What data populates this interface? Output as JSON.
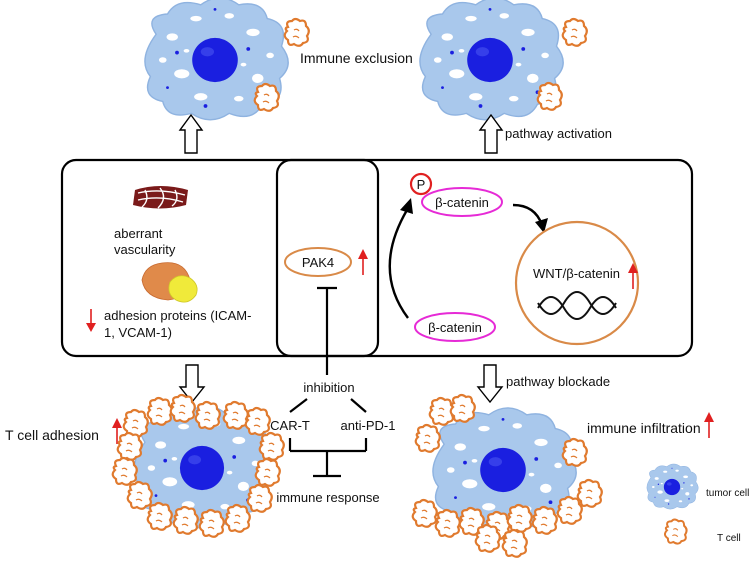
{
  "labels": {
    "immune_exclusion": "Immune exclusion",
    "pathway_activation": "pathway activation",
    "aberrant": "aberrant",
    "vascularity": "vascularity",
    "adhesion_line1": "adhesion proteins (ICAM-",
    "adhesion_line2": "1, VCAM-1)",
    "pak4": "PAK4",
    "phospho": "P",
    "beta_catenin_top": "β-catenin",
    "beta_catenin_bottom": "β-catenin",
    "wnt": "WNT/β-catenin",
    "inhibition": "inhibition",
    "car_t": "CAR-T",
    "anti_pd1": "anti-PD-1",
    "immune_response": "immune response",
    "pathway_blockade": "pathway blockade",
    "t_cell_adhesion": "T cell adhesion",
    "immune_infiltration": "immune infiltration",
    "legend_tumor": "tumor cell",
    "legend_tcell": "T cell"
  },
  "colors": {
    "cell_body": "#a9c8ec",
    "cell_edge": "#7fa8d8",
    "nucleus": "#1a1fe0",
    "tcell": "#e07a2e",
    "oval_magenta": "#e62ad6",
    "oval_orange": "#d98a48",
    "arrow_red": "#e02020",
    "vessel": "#7a1a1a",
    "protein_orange": "#e08a4a",
    "protein_yellow": "#f0ea3a"
  }
}
